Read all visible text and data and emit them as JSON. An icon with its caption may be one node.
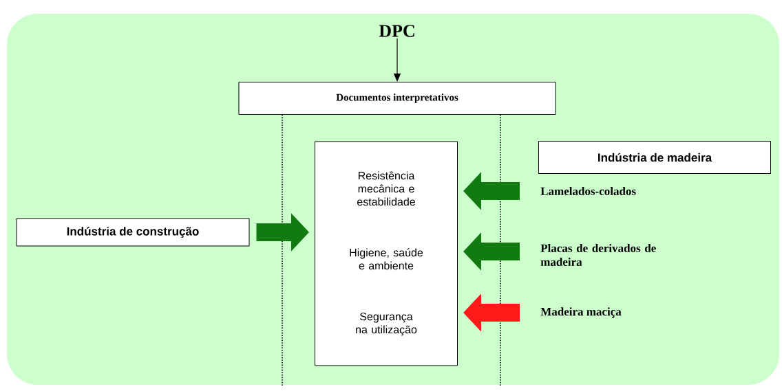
{
  "diagram": {
    "nodes": [
      {
        "text": [
          "DPC"
        ]
      },
      {
        "text": [
          "Documentos interpretativos"
        ]
      },
      {
        "text": [
          "Resistência mecânica e estabilidade",
          "Higiene, saúde e ambiente",
          "Segurança na utilização"
        ]
      },
      {
        "text": [
          "Indústria de construção"
        ]
      },
      {
        "text": [
          "Indústria de madeira"
        ]
      },
      {
        "text": [
          "Lamelados-colados"
        ]
      },
      {
        "text": [
          "Placas de derivados de madeira"
        ]
      },
      {
        "text": [
          "Madeira maciça"
        ]
      }
    ],
    "edges": [
      {
        "from": 0,
        "to": 1,
        "arrow": "to",
        "color": "#000000"
      },
      {
        "from": 3,
        "to": 2,
        "arrow": "to"
      },
      {
        "from": 5,
        "to": 2,
        "arrow": "to"
      },
      {
        "from": 6,
        "to": 2,
        "arrow": "to"
      },
      {
        "from": 7,
        "to": 2,
        "arrow": "to",
        "color": "#ff1a1a"
      }
    ]
  }
}
